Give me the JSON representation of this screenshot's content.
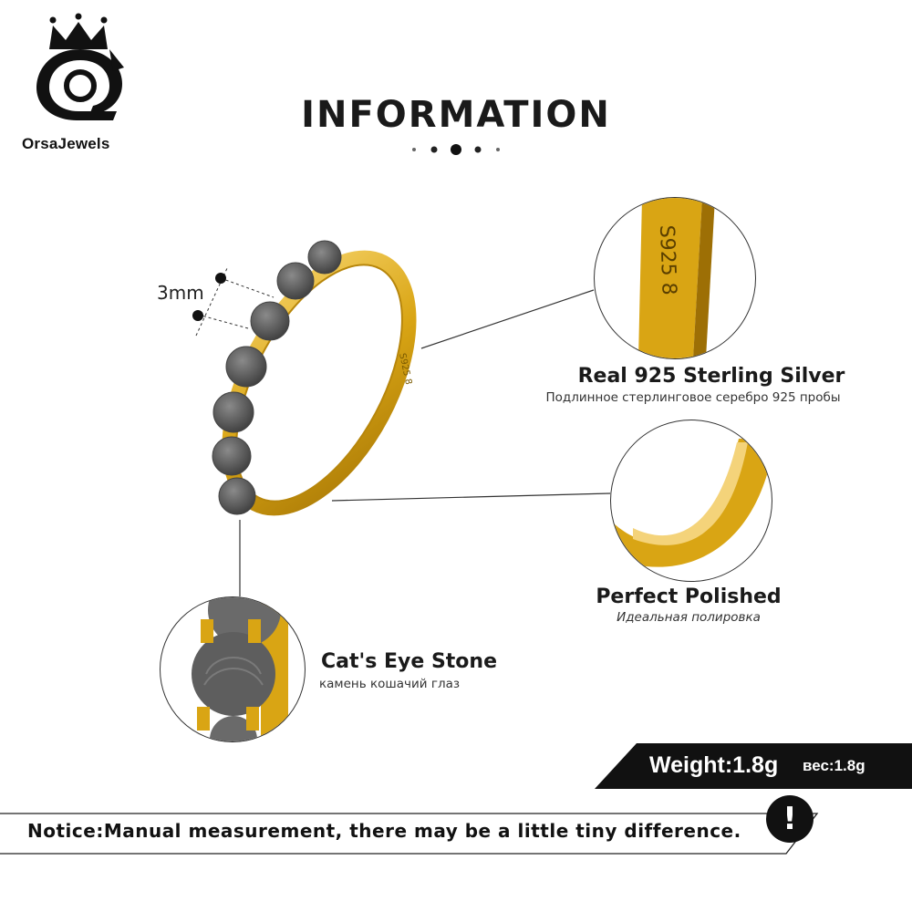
{
  "brand": {
    "name": "OrsaJewels"
  },
  "header": {
    "title": "INFORMATION"
  },
  "dimension": {
    "label": "3mm"
  },
  "features": {
    "silver": {
      "title": "Real 925  Sterling  Silver",
      "subtitle": "Подлинное стерлинговое серебро 925 пробы",
      "engraving": "S925 8"
    },
    "polish": {
      "title": "Perfect  Polished",
      "subtitle": "Идеальная полировка"
    },
    "stone": {
      "title": "Cat's Eye Stone",
      "subtitle": "камень кошачий глаз"
    }
  },
  "weight": {
    "label": "Weight:1.8g",
    "label_ru": "вес:1.8g"
  },
  "notice": {
    "text": "Notice:Manual measurement, there may be a little tiny difference.",
    "icon": "!"
  },
  "colors": {
    "gold": "#d9a514",
    "stone": "#5e5e5e",
    "dark": "#111111"
  }
}
